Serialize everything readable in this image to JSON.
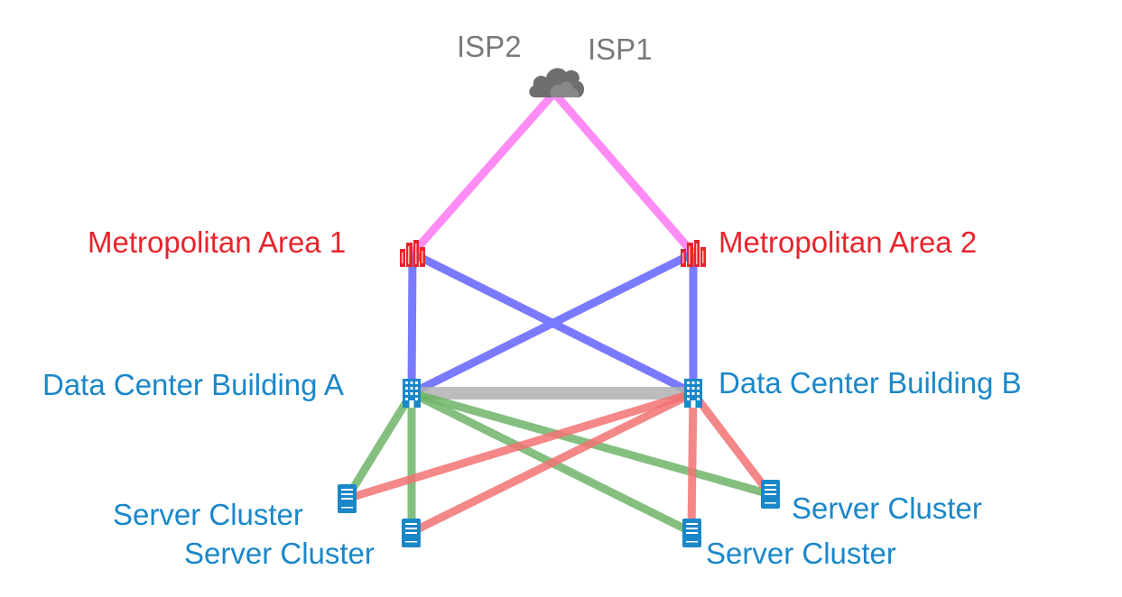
{
  "colors": {
    "isp_label": "#7a7a7a",
    "metro_label": "#e8242b",
    "datacenter_label": "#1a87c9",
    "cluster_label": "#1a87c9",
    "isp_link": "#ff8bf5",
    "metro_link": "#7a7aff",
    "dc_interlink": "#b0b0b0",
    "dc_a_link": "#6fb46a",
    "dc_b_link": "#f27272",
    "cloud_icon": "#6e6e6e",
    "city_icon": "#e8242b",
    "building_icon": "#1a87c9",
    "server_icon": "#1a87c9"
  },
  "nodes": {
    "cloud": {
      "icon": "cloud-icon",
      "isp2_label": "ISP2",
      "isp1_label": "ISP1"
    },
    "metro1": {
      "icon": "city-icon",
      "label": "Metropolitan Area 1"
    },
    "metro2": {
      "icon": "city-icon",
      "label": "Metropolitan Area 2"
    },
    "dc_a": {
      "icon": "building-icon",
      "label": "Data Center Building A"
    },
    "dc_b": {
      "icon": "building-icon",
      "label": "Data Center Building B"
    },
    "cluster1": {
      "icon": "server-icon",
      "label": "Server Cluster"
    },
    "cluster2": {
      "icon": "server-icon",
      "label": "Server Cluster"
    },
    "cluster3": {
      "icon": "server-icon",
      "label": "Server Cluster"
    },
    "cluster4": {
      "icon": "server-icon",
      "label": "Server Cluster"
    }
  },
  "links": [
    {
      "from": "cloud",
      "to": "metro1",
      "kind": "isp_link"
    },
    {
      "from": "cloud",
      "to": "metro2",
      "kind": "isp_link"
    },
    {
      "from": "metro1",
      "to": "dc_a",
      "kind": "metro_link"
    },
    {
      "from": "metro1",
      "to": "dc_b",
      "kind": "metro_link"
    },
    {
      "from": "metro2",
      "to": "dc_a",
      "kind": "metro_link"
    },
    {
      "from": "metro2",
      "to": "dc_b",
      "kind": "metro_link"
    },
    {
      "from": "dc_a",
      "to": "dc_b",
      "kind": "dc_interlink"
    },
    {
      "from": "dc_a",
      "to": "cluster1",
      "kind": "dc_a_link"
    },
    {
      "from": "dc_a",
      "to": "cluster2",
      "kind": "dc_a_link"
    },
    {
      "from": "dc_a",
      "to": "cluster3",
      "kind": "dc_a_link"
    },
    {
      "from": "dc_a",
      "to": "cluster4",
      "kind": "dc_a_link"
    },
    {
      "from": "dc_b",
      "to": "cluster1",
      "kind": "dc_b_link"
    },
    {
      "from": "dc_b",
      "to": "cluster2",
      "kind": "dc_b_link"
    },
    {
      "from": "dc_b",
      "to": "cluster3",
      "kind": "dc_b_link"
    },
    {
      "from": "dc_b",
      "to": "cluster4",
      "kind": "dc_b_link"
    }
  ]
}
